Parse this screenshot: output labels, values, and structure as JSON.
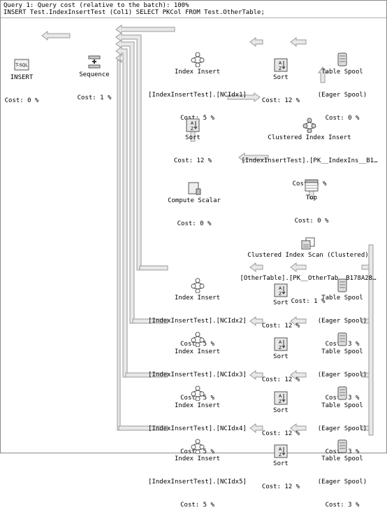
{
  "header": {
    "line1": "Query 1: Query cost (relative to the batch): 100%",
    "line2": "INSERT Test.IndexInsertTest (Col1) SELECT PKCol FROM Test.OtherTable;"
  },
  "nodes": {
    "insert": {
      "l1": "INSERT",
      "l2": "Cost: 0 %",
      "icon": "tsql-icon",
      "icon_text": "T-SQL"
    },
    "sequence": {
      "l1": "Sequence",
      "l2": "Cost: 1 %",
      "icon": "sequence-icon"
    },
    "ii1": {
      "l1": "Index Insert",
      "l2": "[IndexInsertTest].[NCIdx1]",
      "l3": "Cost: 5 %",
      "icon": "index-insert-icon"
    },
    "sort1": {
      "l1": "Sort",
      "l2": "Cost: 12 %",
      "icon": "sort-icon"
    },
    "spool1": {
      "l1": "Table Spool",
      "l2": "(Eager Spool)",
      "l3": "Cost: 0 %",
      "icon": "table-spool-icon"
    },
    "sortmid": {
      "l1": "Sort",
      "l2": "Cost: 12 %",
      "icon": "sort-icon"
    },
    "cii": {
      "l1": "Clustered Index Insert",
      "l2": "[IndexInsertTest].[PK__IndexIns__B1…",
      "l3": "Cost: 5 %",
      "icon": "clustered-index-insert-icon"
    },
    "compute": {
      "l1": "Compute Scalar",
      "l2": "Cost: 0 %",
      "icon": "compute-scalar-icon"
    },
    "top": {
      "l1": "Top",
      "l2": "Cost: 0 %",
      "icon": "top-icon"
    },
    "cis": {
      "l1": "Clustered Index Scan (Clustered)",
      "l2": "[OtherTable].[PK__OtherTab__B178A28…",
      "l3": "Cost: 1 %",
      "icon": "clustered-index-scan-icon"
    },
    "ii2": {
      "l1": "Index Insert",
      "l2": "[IndexInsertTest].[NCIdx2]",
      "l3": "Cost: 5 %",
      "icon": "index-insert-icon"
    },
    "sort2": {
      "l1": "Sort",
      "l2": "Cost: 12 %",
      "icon": "sort-icon"
    },
    "spool2": {
      "l1": "Table Spool",
      "l2": "(Eager Spool)",
      "l3": "Cost: 3 %",
      "icon": "table-spool-icon"
    },
    "ii3": {
      "l1": "Index Insert",
      "l2": "[IndexInsertTest].[NCIdx3]",
      "l3": "Cost: 5 %",
      "icon": "index-insert-icon"
    },
    "sort3": {
      "l1": "Sort",
      "l2": "Cost: 12 %",
      "icon": "sort-icon"
    },
    "spool3": {
      "l1": "Table Spool",
      "l2": "(Eager Spool)",
      "l3": "Cost: 3 %",
      "icon": "table-spool-icon"
    },
    "ii4": {
      "l1": "Index Insert",
      "l2": "[IndexInsertTest].[NCIdx4]",
      "l3": "Cost: 5 %",
      "icon": "index-insert-icon"
    },
    "sort4": {
      "l1": "Sort",
      "l2": "Cost: 12 %",
      "icon": "sort-icon"
    },
    "spool4": {
      "l1": "Table Spool",
      "l2": "(Eager Spool)",
      "l3": "Cost: 3 %",
      "icon": "table-spool-icon"
    },
    "ii5": {
      "l1": "Index Insert",
      "l2": "[IndexInsertTest].[NCIdx5]",
      "l3": "Cost: 5 %",
      "icon": "index-insert-icon"
    },
    "sort5": {
      "l1": "Sort",
      "l2": "Cost: 12 %",
      "icon": "sort-icon"
    },
    "spool5": {
      "l1": "Table Spool",
      "l2": "(Eager Spool)",
      "l3": "Cost: 3 %",
      "icon": "table-spool-icon"
    }
  },
  "colors": {
    "arrow_fill": "#e8e8e8",
    "arrow_stroke": "#9a9a9a",
    "icon_stroke": "#555555"
  }
}
